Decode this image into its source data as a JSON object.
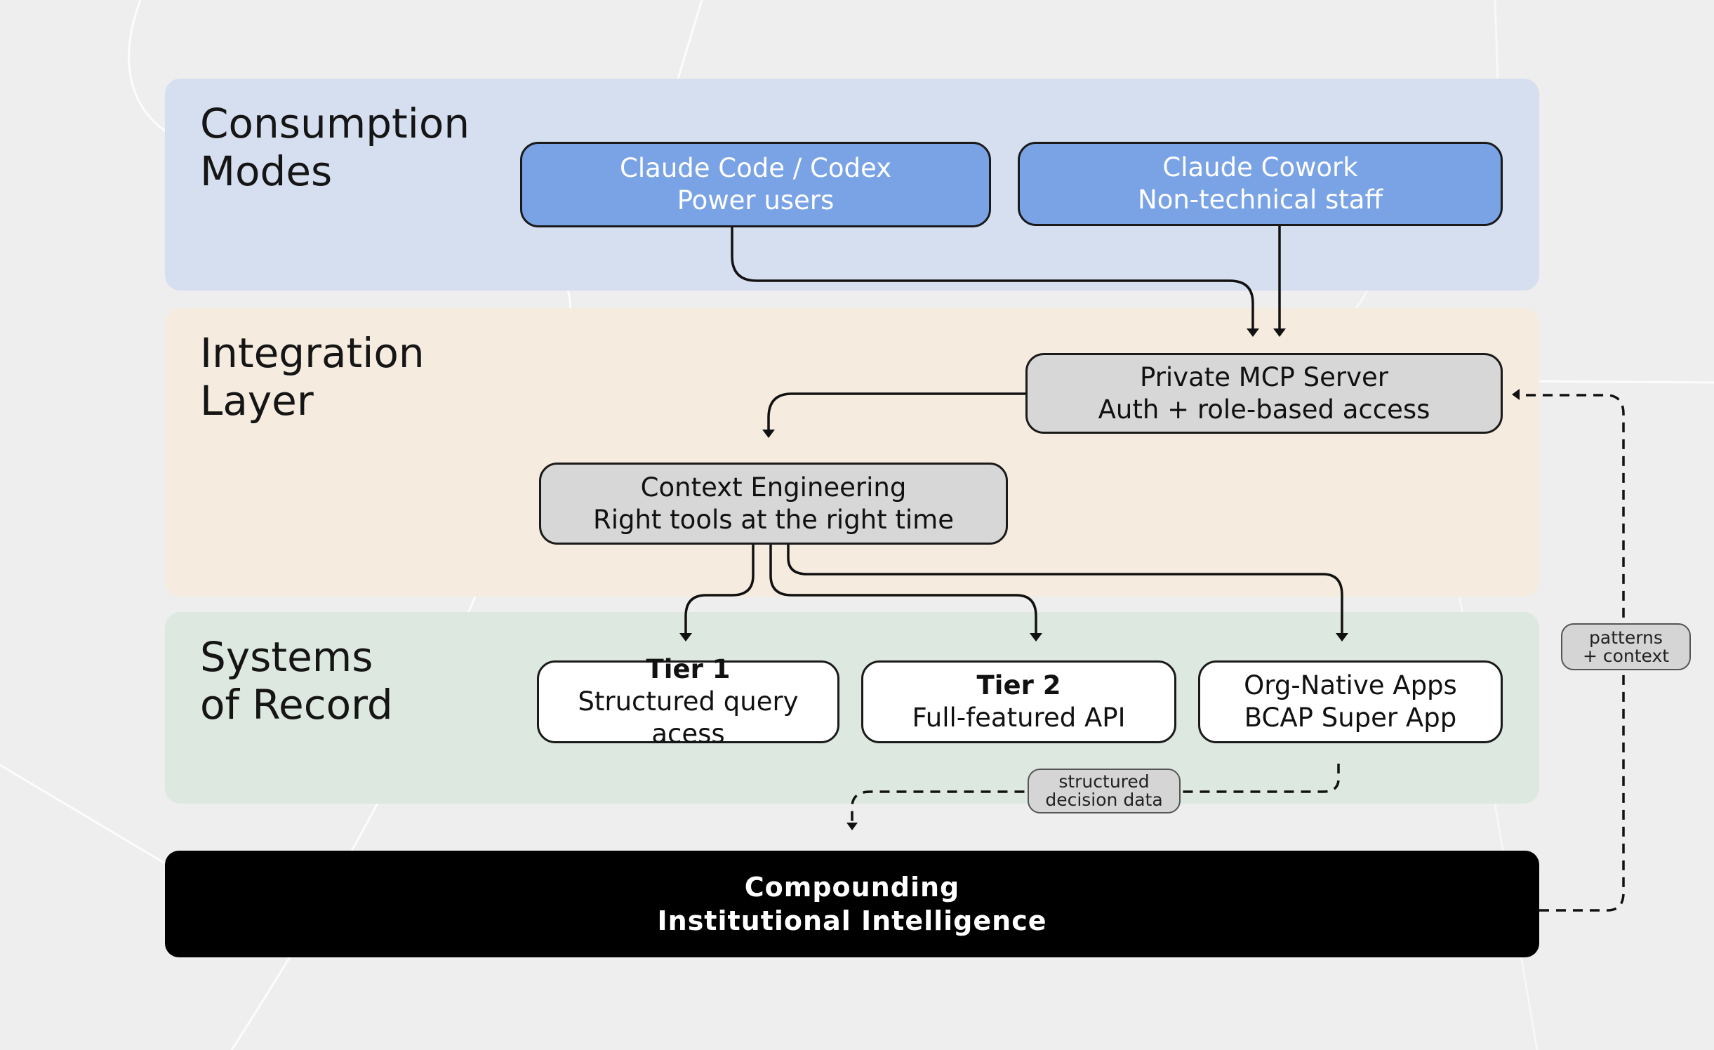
{
  "layers": {
    "consumption": {
      "title_line1": "Consumption",
      "title_line2": "Modes",
      "color": "#d6dff0"
    },
    "integration": {
      "title_line1": "Integration",
      "title_line2": "Layer",
      "color": "#f5ebde"
    },
    "systems": {
      "title_line1": "Systems",
      "title_line2": "of Record",
      "color": "#dde8e0"
    }
  },
  "nodes": {
    "claude_code": {
      "line1": "Claude Code / Codex",
      "line2": "Power users"
    },
    "claude_cowork": {
      "line1": "Claude Cowork",
      "line2": "Non-technical staff"
    },
    "mcp_server": {
      "line1": "Private MCP Server",
      "line2": "Auth + role-based access"
    },
    "context_engineering": {
      "line1": "Context Engineering",
      "line2": "Right tools at the right time"
    },
    "tier1": {
      "line1": "Tier 1",
      "line2": "Structured query acess"
    },
    "tier2": {
      "line1": "Tier 2",
      "line2": "Full-featured API"
    },
    "org_native": {
      "line1": "Org-Native Apps",
      "line2": "BCAP Super App"
    },
    "compounding": {
      "line1": "Compounding",
      "line2": "Institutional Intelligence"
    }
  },
  "edge_labels": {
    "structured_decision_data": {
      "line1": "structured",
      "line2": "decision data"
    },
    "patterns_context": {
      "line1": "patterns",
      "line2": "+ context"
    }
  },
  "colors": {
    "node_blue": "#7aa3e6",
    "node_gray": "#d7d7d8",
    "node_white": "#ffffff",
    "bar_black": "#000000",
    "background": "#efeeee"
  }
}
